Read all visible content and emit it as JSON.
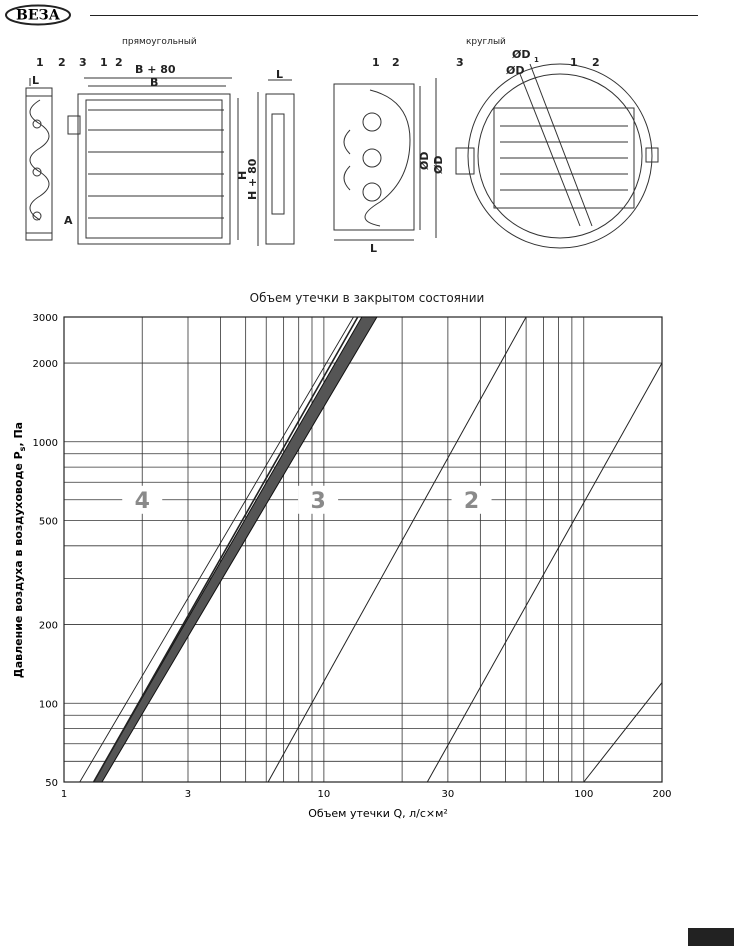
{
  "brand": {
    "logo_text": "ВЕЗА"
  },
  "drawings": {
    "rect_caption": "прямоугольный",
    "round_caption": "круглый",
    "labels": {
      "n1": "1",
      "n2": "2",
      "n3": "3",
      "L": "L",
      "A": "A",
      "B80": "B + 80",
      "B": "B",
      "H": "H",
      "H80": "H + 80",
      "D": "ØD",
      "D1": "ØD",
      "D1_sub": "1"
    }
  },
  "chart_data": {
    "type": "line",
    "title": "Объем утечки в закрытом состоянии",
    "xlabel": "Объем утечки Q, л/с×м²",
    "ylabel_main": "Давление воздуха в воздуховоде P",
    "ylabel_sub": "s",
    "ylabel_tail": ", Па",
    "x_scale": "log",
    "y_scale": "log",
    "xlim": [
      1,
      200
    ],
    "ylim": [
      50,
      3000
    ],
    "x_ticks": [
      1,
      3,
      10,
      30,
      100,
      200
    ],
    "x_tick_labels": [
      "1",
      "3",
      "10",
      "30",
      "100",
      "200"
    ],
    "y_ticks": [
      50,
      100,
      200,
      500,
      1000,
      2000,
      3000
    ],
    "y_tick_labels": [
      "50",
      "100",
      "200",
      "500",
      "1000",
      "2000",
      "3000"
    ],
    "grid": true,
    "series": [
      {
        "name": "4",
        "points": [
          [
            1.3,
            50
          ],
          [
            13.5,
            3000
          ]
        ]
      },
      {
        "name": "3",
        "points": [
          [
            6.1,
            50
          ],
          [
            60,
            3000
          ]
        ]
      },
      {
        "name": "2",
        "points": [
          [
            25,
            50
          ],
          [
            200,
            2000
          ]
        ]
      },
      {
        "name": "",
        "points": [
          [
            100,
            50
          ],
          [
            200,
            120
          ]
        ]
      }
    ],
    "band": {
      "lower": [
        [
          1.4,
          50
        ],
        [
          16,
          3000
        ]
      ],
      "upper": [
        [
          1.3,
          50
        ],
        [
          14,
          3000
        ]
      ]
    },
    "envelope": [
      [
        1.15,
        50
      ],
      [
        13.0,
        3000
      ]
    ],
    "class_labels": [
      {
        "text": "4",
        "x": 2.0,
        "y": 600
      },
      {
        "text": "3",
        "x": 9.5,
        "y": 600
      },
      {
        "text": "2",
        "x": 37,
        "y": 600
      }
    ]
  }
}
